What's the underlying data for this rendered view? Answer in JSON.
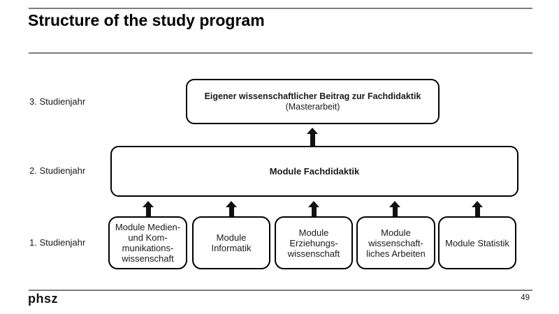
{
  "title": "Structure of the study program",
  "year_labels": [
    {
      "label": "3. Studienjahr"
    },
    {
      "label": "2. Studienjahr"
    },
    {
      "label": "1. Studienjahr"
    }
  ],
  "diagram": {
    "top_box": {
      "title": "Eigener wissenschaftlicher Beitrag zur Fachdidaktik",
      "subtitle": "(Masterarbeit)"
    },
    "middle_box": {
      "title": "Module Fachdidaktik"
    },
    "bottom_boxes": [
      {
        "lines": [
          "Module Medien-",
          "und Kom-",
          "munikations-",
          "wissenschaft"
        ]
      },
      {
        "lines": [
          "Module",
          "Informatik"
        ]
      },
      {
        "lines": [
          "Module",
          "Erziehungs-",
          "wissenschaft"
        ]
      },
      {
        "lines": [
          "Module",
          "wissenschaft-",
          "liches Arbeiten"
        ]
      },
      {
        "lines": [
          "Module Statistik"
        ]
      }
    ]
  },
  "footer": {
    "logo": "phsz",
    "page_number": "49"
  },
  "colors": {
    "border": "#000000",
    "rule": "#7d7d7d",
    "arrow": "#111111"
  }
}
